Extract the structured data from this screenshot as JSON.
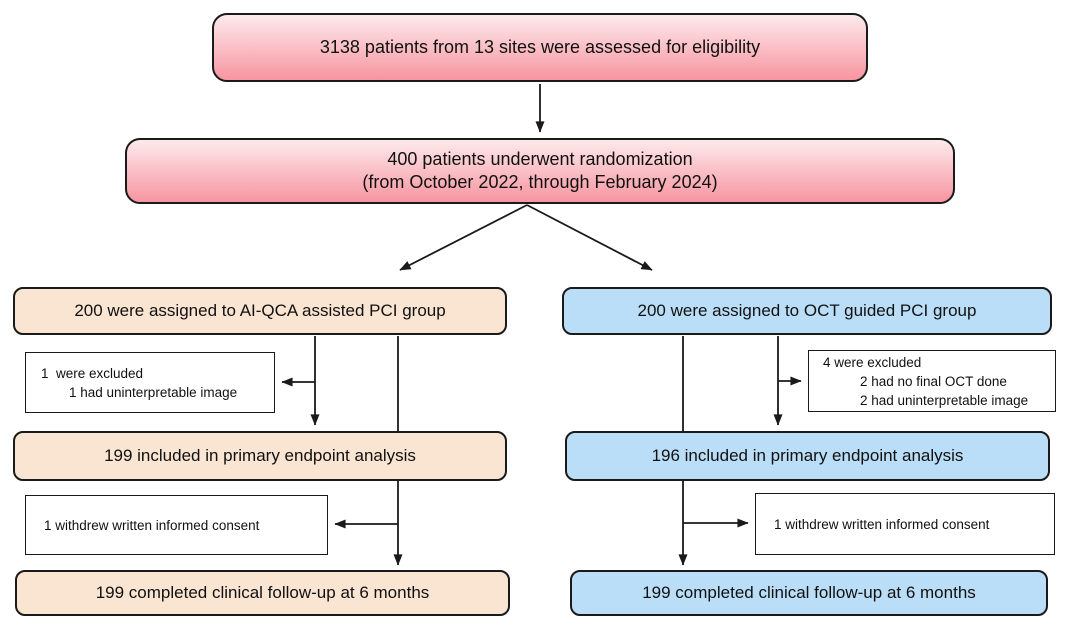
{
  "colors": {
    "pink_gradient_top": "#fdeaec",
    "pink_gradient_bottom": "#f795a0",
    "peach": "#fae4d2",
    "blue": "#badef7",
    "box_border": "#1a1a1a",
    "white_box_bg": "#ffffff",
    "arrow": "#1a1a1a",
    "text": "#111111"
  },
  "boxes": {
    "assessed": {
      "text": "3138 patients from 13 sites were assessed for eligibility"
    },
    "randomized": {
      "line1": "400 patients underwent randomization",
      "line2": "(from October 2022, through February 2024)"
    },
    "left_assigned": {
      "text": "200 were assigned to AI-QCA assisted PCI group"
    },
    "right_assigned": {
      "text": "200 were assigned to OCT guided PCI group"
    },
    "left_excluded": {
      "lines": [
        "1  were excluded",
        "1 had uninterpretable image"
      ]
    },
    "right_excluded": {
      "lines": [
        "4 were excluded",
        "2 had no final OCT done",
        "2 had uninterpretable image"
      ]
    },
    "left_included": {
      "text": "199 included in primary endpoint analysis"
    },
    "right_included": {
      "text": "196 included in primary endpoint analysis"
    },
    "left_withdrew": {
      "text": "1 withdrew written informed consent"
    },
    "right_withdrew": {
      "text": "1 withdrew written informed consent"
    },
    "left_completed": {
      "text": "199 completed clinical follow-up at 6 months"
    },
    "right_completed": {
      "text": "199 completed clinical follow-up at 6 months"
    }
  }
}
